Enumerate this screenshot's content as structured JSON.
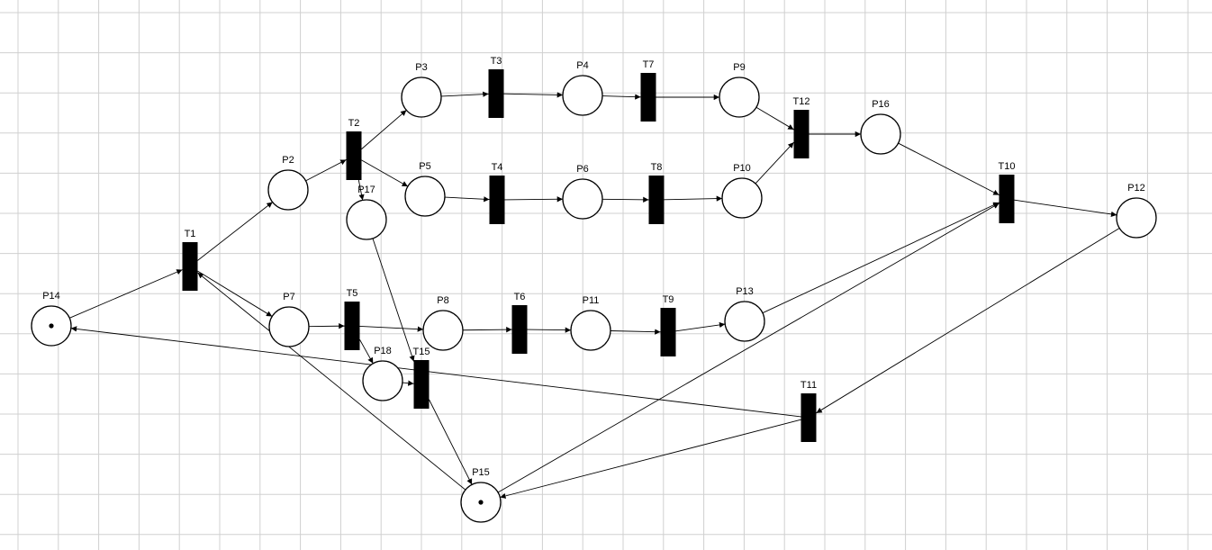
{
  "colors": {
    "grid": "#d0d0d0",
    "stroke": "#000000",
    "background": "#ffffff"
  },
  "places": [
    {
      "id": "P2",
      "label": "P2",
      "tokens": 0
    },
    {
      "id": "P3",
      "label": "P3",
      "tokens": 0
    },
    {
      "id": "P4",
      "label": "P4",
      "tokens": 0
    },
    {
      "id": "P5",
      "label": "P5",
      "tokens": 0
    },
    {
      "id": "P6",
      "label": "P6",
      "tokens": 0
    },
    {
      "id": "P7",
      "label": "P7",
      "tokens": 0
    },
    {
      "id": "P8",
      "label": "P8",
      "tokens": 0
    },
    {
      "id": "P9",
      "label": "P9",
      "tokens": 0
    },
    {
      "id": "P10",
      "label": "P10",
      "tokens": 0
    },
    {
      "id": "P11",
      "label": "P11",
      "tokens": 0
    },
    {
      "id": "P12",
      "label": "P12",
      "tokens": 0
    },
    {
      "id": "P13",
      "label": "P13",
      "tokens": 0
    },
    {
      "id": "P14",
      "label": "P14",
      "tokens": 1
    },
    {
      "id": "P15",
      "label": "P15",
      "tokens": 1
    },
    {
      "id": "P16",
      "label": "P16",
      "tokens": 0
    },
    {
      "id": "P17",
      "label": "P17",
      "tokens": 0
    },
    {
      "id": "P18",
      "label": "P18",
      "tokens": 0
    }
  ],
  "transitions": [
    {
      "id": "T1",
      "label": "T1"
    },
    {
      "id": "T2",
      "label": "T2"
    },
    {
      "id": "T3",
      "label": "T3"
    },
    {
      "id": "T4",
      "label": "T4"
    },
    {
      "id": "T5",
      "label": "T5"
    },
    {
      "id": "T6",
      "label": "T6"
    },
    {
      "id": "T7",
      "label": "T7"
    },
    {
      "id": "T8",
      "label": "T8"
    },
    {
      "id": "T9",
      "label": "T9"
    },
    {
      "id": "T10",
      "label": "T10"
    },
    {
      "id": "T11",
      "label": "T11"
    },
    {
      "id": "T12",
      "label": "T12"
    },
    {
      "id": "T15",
      "label": "T15"
    }
  ],
  "arcs": [
    {
      "from": "P14",
      "to": "T1"
    },
    {
      "from": "T1",
      "to": "P2"
    },
    {
      "from": "T1",
      "to": "P7"
    },
    {
      "from": "P15",
      "to": "T1"
    },
    {
      "from": "P2",
      "to": "T2"
    },
    {
      "from": "T2",
      "to": "P3"
    },
    {
      "from": "T2",
      "to": "P5"
    },
    {
      "from": "T2",
      "to": "P17"
    },
    {
      "from": "P3",
      "to": "T3"
    },
    {
      "from": "T3",
      "to": "P4"
    },
    {
      "from": "P4",
      "to": "T7"
    },
    {
      "from": "T7",
      "to": "P9"
    },
    {
      "from": "P9",
      "to": "T12"
    },
    {
      "from": "P5",
      "to": "T4"
    },
    {
      "from": "T4",
      "to": "P6"
    },
    {
      "from": "P6",
      "to": "T8"
    },
    {
      "from": "T8",
      "to": "P10"
    },
    {
      "from": "P10",
      "to": "T12"
    },
    {
      "from": "T12",
      "to": "P16"
    },
    {
      "from": "P16",
      "to": "T10"
    },
    {
      "from": "P7",
      "to": "T5"
    },
    {
      "from": "T5",
      "to": "P8"
    },
    {
      "from": "T5",
      "to": "P18"
    },
    {
      "from": "P8",
      "to": "T6"
    },
    {
      "from": "T6",
      "to": "P11"
    },
    {
      "from": "P11",
      "to": "T9"
    },
    {
      "from": "T9",
      "to": "P13"
    },
    {
      "from": "P13",
      "to": "T10"
    },
    {
      "from": "P15",
      "to": "T10"
    },
    {
      "from": "T10",
      "to": "P12"
    },
    {
      "from": "P12",
      "to": "T11"
    },
    {
      "from": "T11",
      "to": "P14"
    },
    {
      "from": "T11",
      "to": "P15"
    },
    {
      "from": "P17",
      "to": "T15"
    },
    {
      "from": "P18",
      "to": "T15"
    },
    {
      "from": "T15",
      "to": "P15"
    }
  ]
}
